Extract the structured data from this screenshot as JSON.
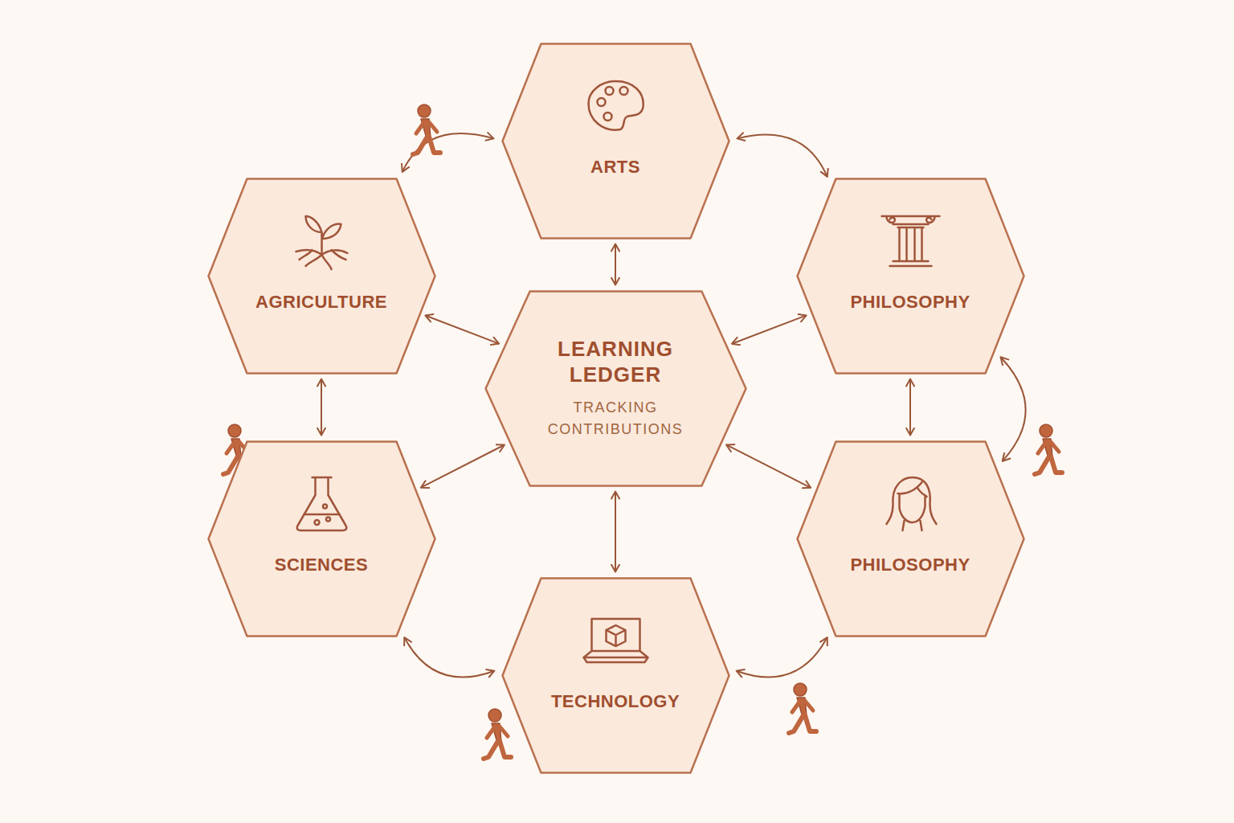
{
  "diagram": {
    "nodes": [
      {
        "text": [
          "ARTS"
        ]
      },
      {
        "text": [
          "AGRICULTURE"
        ]
      },
      {
        "text": [
          "PHILOSOPHY"
        ]
      },
      {
        "text": [
          "LEARNING LEDGER",
          "TRACKING CONTRIBUTIONS"
        ]
      },
      {
        "text": [
          "SCIENCES"
        ]
      },
      {
        "text": [
          "PHILOSOPHY"
        ]
      },
      {
        "text": [
          "TECHNOLOGY"
        ]
      }
    ],
    "edges": [
      {
        "from": 0,
        "to": 1,
        "arrow": "both"
      },
      {
        "from": 0,
        "to": 2,
        "arrow": "both"
      },
      {
        "from": 0,
        "to": 3,
        "arrow": "both"
      },
      {
        "from": 1,
        "to": 3,
        "arrow": "both"
      },
      {
        "from": 1,
        "to": 4,
        "arrow": "both"
      },
      {
        "from": 2,
        "to": 3,
        "arrow": "both"
      },
      {
        "from": 2,
        "to": 5,
        "arrow": "both"
      },
      {
        "from": 2,
        "to": 5,
        "arrow": "both"
      },
      {
        "from": 3,
        "to": 4,
        "arrow": "both"
      },
      {
        "from": 3,
        "to": 5,
        "arrow": "both"
      },
      {
        "from": 3,
        "to": 6,
        "arrow": "both"
      },
      {
        "from": 4,
        "to": 6,
        "arrow": "both"
      },
      {
        "from": 6,
        "to": 5,
        "arrow": "both"
      }
    ]
  }
}
